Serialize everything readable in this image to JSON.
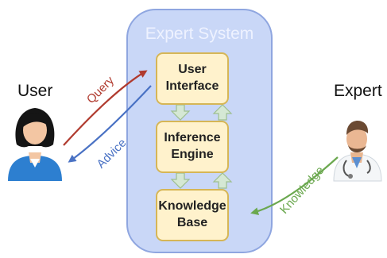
{
  "system": {
    "title": "Expert System"
  },
  "actors": {
    "user": "User",
    "expert": "Expert"
  },
  "components": {
    "ui": [
      "User",
      "Interface"
    ],
    "inference": [
      "Inference",
      "Engine"
    ],
    "kb": [
      "Knowledge",
      "Base"
    ]
  },
  "flows": {
    "query": "Query",
    "advice": "Advice",
    "knowledge": "Knowledge"
  },
  "colors": {
    "system_fill": "#c9d7f7",
    "system_stroke": "#8fa6e0",
    "box_fill": "#fff2cc",
    "box_stroke": "#d6b656",
    "inner_arrow": "#d5e8d4",
    "query": "#b03a2e",
    "advice": "#4a72c4",
    "knowledge": "#6ba84f"
  },
  "icons": {
    "user": "female-user-icon",
    "expert": "doctor-icon"
  }
}
